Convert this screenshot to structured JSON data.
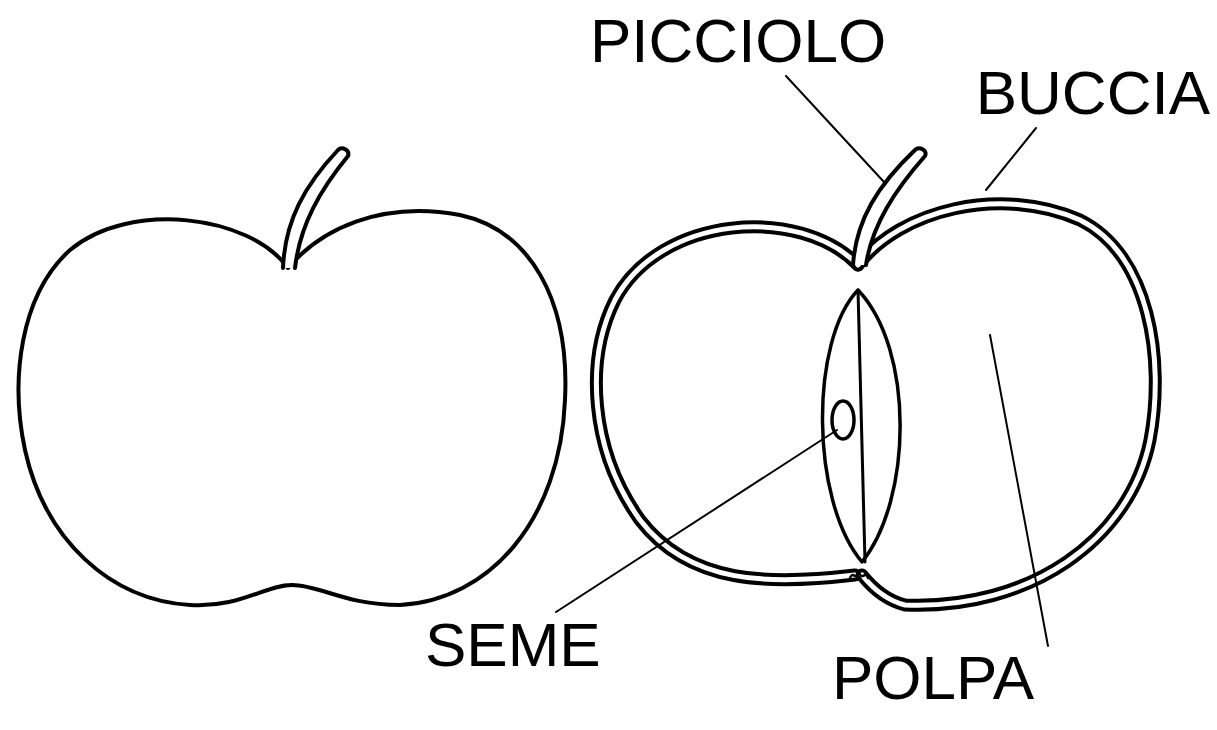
{
  "diagram": {
    "labels": [
      "PICCIOLO",
      "BUCCIA",
      "SEME",
      "POLPA"
    ]
  }
}
